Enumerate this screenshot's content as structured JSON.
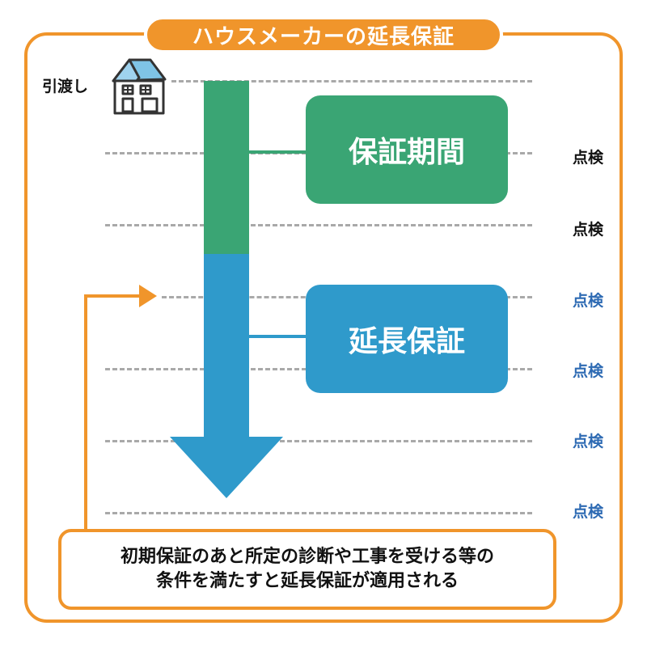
{
  "title": "ハウスメーカーの延長保証",
  "handover_label": "引渡し",
  "inspection_label": "点検",
  "boxes": {
    "warranty_period": "保証期間",
    "extended_warranty": "延長保証"
  },
  "note": {
    "line1": "初期保証のあと所定の診断や工事を受ける等の",
    "line2": "条件を満たすと延長保証が適用される"
  },
  "colors": {
    "orange": "#f0952b",
    "green": "#3aa574",
    "blue": "#2f9acb",
    "inspect_blue_text": "#2d6ab3",
    "dash_gray": "#a9a9a9"
  }
}
